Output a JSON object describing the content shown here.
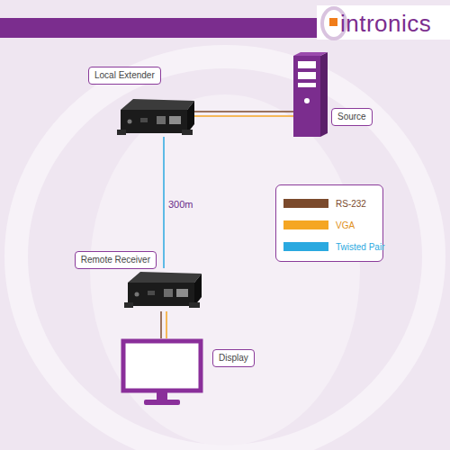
{
  "diagram": {
    "nodes": [
      {
        "text": [
          "Local Extender"
        ]
      },
      {
        "text": [
          "Source"
        ]
      },
      {
        "text": [
          "Remote Receiver"
        ]
      },
      {
        "text": [
          "Display"
        ]
      }
    ],
    "edges": [
      {
        "from": 0,
        "to": 1,
        "arrow": "none"
      },
      {
        "from": 0,
        "to": 1,
        "arrow": "none"
      },
      {
        "from": 0,
        "to": 2,
        "arrow": "none",
        "label": "300m"
      },
      {
        "from": 2,
        "to": 3,
        "arrow": "none"
      },
      {
        "from": 2,
        "to": 3,
        "arrow": "none"
      }
    ],
    "labels": [
      "intronics"
    ],
    "legend": [
      {
        "text": "RS-232",
        "color": "#7b4a2c"
      },
      {
        "text": "VGA",
        "color": "#f5a623"
      },
      {
        "text": "Twisted Pair",
        "color": "#2aa9e0"
      }
    ]
  }
}
